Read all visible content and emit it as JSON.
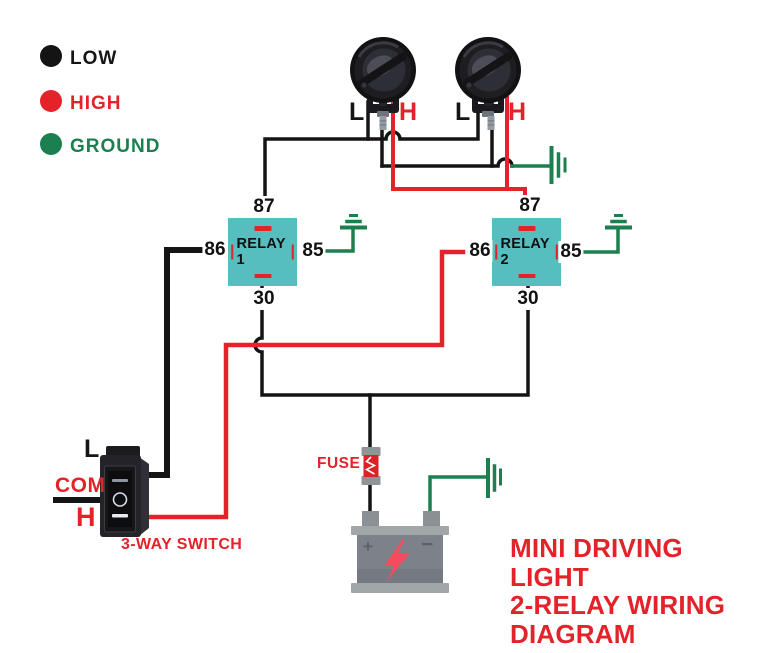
{
  "colors": {
    "red": "#e3222a",
    "green": "#1b7f4f",
    "relay_teal": "#57bebf",
    "wire_black": "#141414"
  },
  "legend": {
    "items": [
      {
        "label": "LOW"
      },
      {
        "label": "HIGH"
      },
      {
        "label": "GROUND"
      }
    ]
  },
  "lights": {
    "left": {
      "low_label": "L",
      "high_label": "H"
    },
    "right": {
      "low_label": "L",
      "high_label": "H"
    }
  },
  "relays": {
    "separator": "|",
    "relay1": {
      "name": "RELAY 1",
      "pin_top": "87",
      "pin_left": "86",
      "pin_right": "85",
      "pin_bottom": "30"
    },
    "relay2": {
      "name": "RELAY 2",
      "pin_top": "87",
      "pin_left": "86",
      "pin_right": "85",
      "pin_bottom": "30"
    }
  },
  "switch": {
    "low_label": "L",
    "com_label": "COM",
    "high_label": "H",
    "caption": "3-WAY SWITCH"
  },
  "fuse": {
    "label": "FUSE"
  },
  "battery": {
    "plus": "+",
    "minus": "−"
  },
  "title": {
    "line1": "MINI DRIVING LIGHT",
    "line2": "2-RELAY WIRING",
    "line3": "DIAGRAM"
  }
}
